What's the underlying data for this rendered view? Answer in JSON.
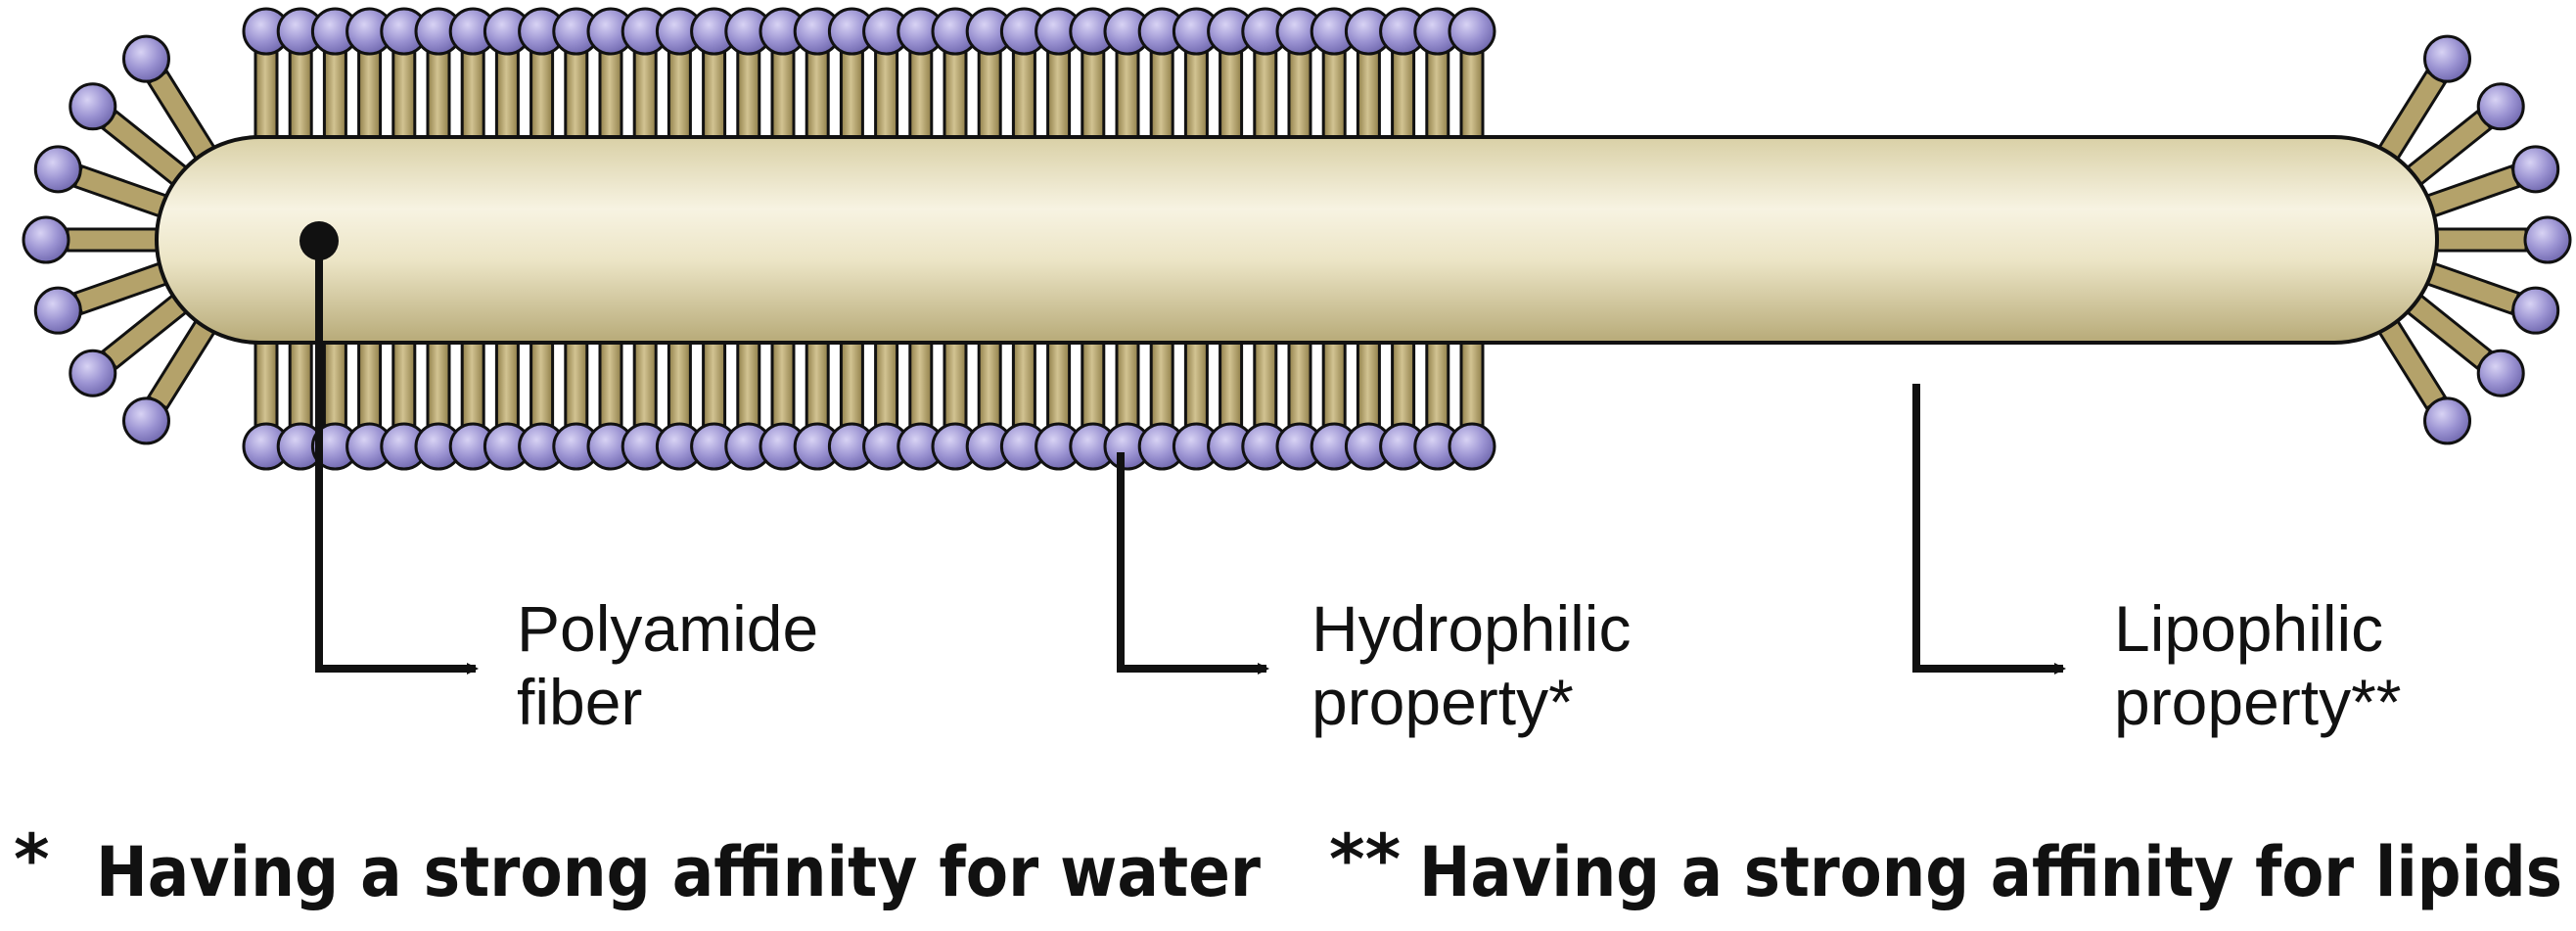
{
  "labels": {
    "fiber": {
      "line1": "Polyamide",
      "line2": "fiber"
    },
    "hydrophilic": {
      "line1": "Hydrophilic",
      "line2": "property*"
    },
    "lipophilic": {
      "line1": "Lipophilic",
      "line2": "property**"
    }
  },
  "footnotes": {
    "water_marker": "*",
    "water_text": "Having a strong affinity for water",
    "lipids_marker": "**",
    "lipids_text": "Having a strong affinity for lipids"
  },
  "colors": {
    "head_fill": "#9b93d2",
    "tail_fill": "#b4a26a",
    "fiber_fill": "#ece6c8",
    "stroke": "#111111"
  }
}
